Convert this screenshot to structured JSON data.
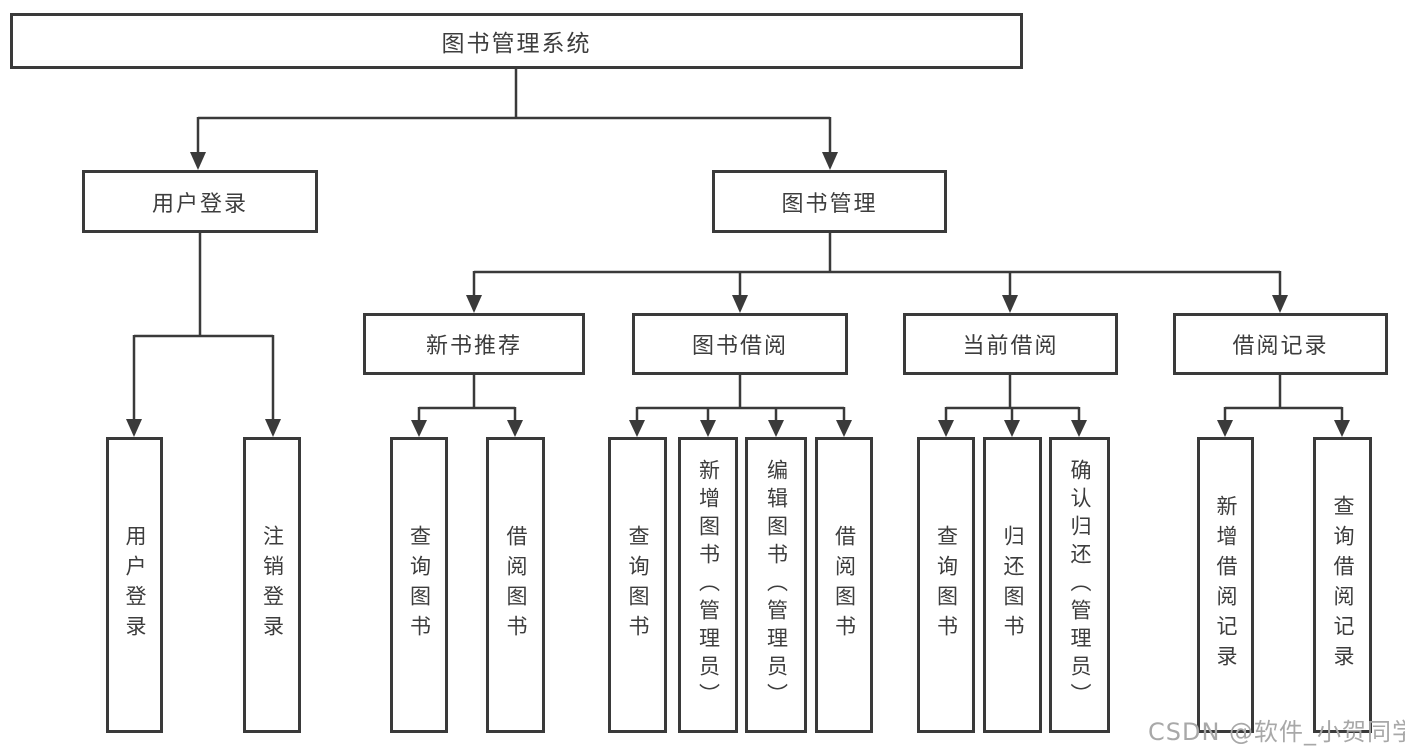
{
  "diagram": {
    "type": "function-tree",
    "root": {
      "label": "图书管理系统",
      "children": [
        {
          "label": "用户登录",
          "children": [
            {
              "label": "用户登录"
            },
            {
              "label": "注销登录"
            }
          ]
        },
        {
          "label": "图书管理",
          "children": [
            {
              "label": "新书推荐",
              "children": [
                {
                  "label": "查询图书"
                },
                {
                  "label": "借阅图书"
                }
              ]
            },
            {
              "label": "图书借阅",
              "children": [
                {
                  "label": "查询图书"
                },
                {
                  "label": "新增图书（管理员）"
                },
                {
                  "label": "编辑图书（管理员）"
                },
                {
                  "label": "借阅图书"
                }
              ]
            },
            {
              "label": "当前借阅",
              "children": [
                {
                  "label": "查询图书"
                },
                {
                  "label": "归还图书"
                },
                {
                  "label": "确认归还（管理员）"
                }
              ]
            },
            {
              "label": "借阅记录",
              "children": [
                {
                  "label": "新增借阅记录"
                },
                {
                  "label": "查询借阅记录"
                }
              ]
            }
          ]
        }
      ]
    },
    "watermark": "CSDN @软件_小贺同学",
    "colors": {
      "line": "#3a3a3a",
      "text": "#3d3d3d",
      "background": "#ffffff",
      "watermark": "#a8a8a8"
    }
  }
}
